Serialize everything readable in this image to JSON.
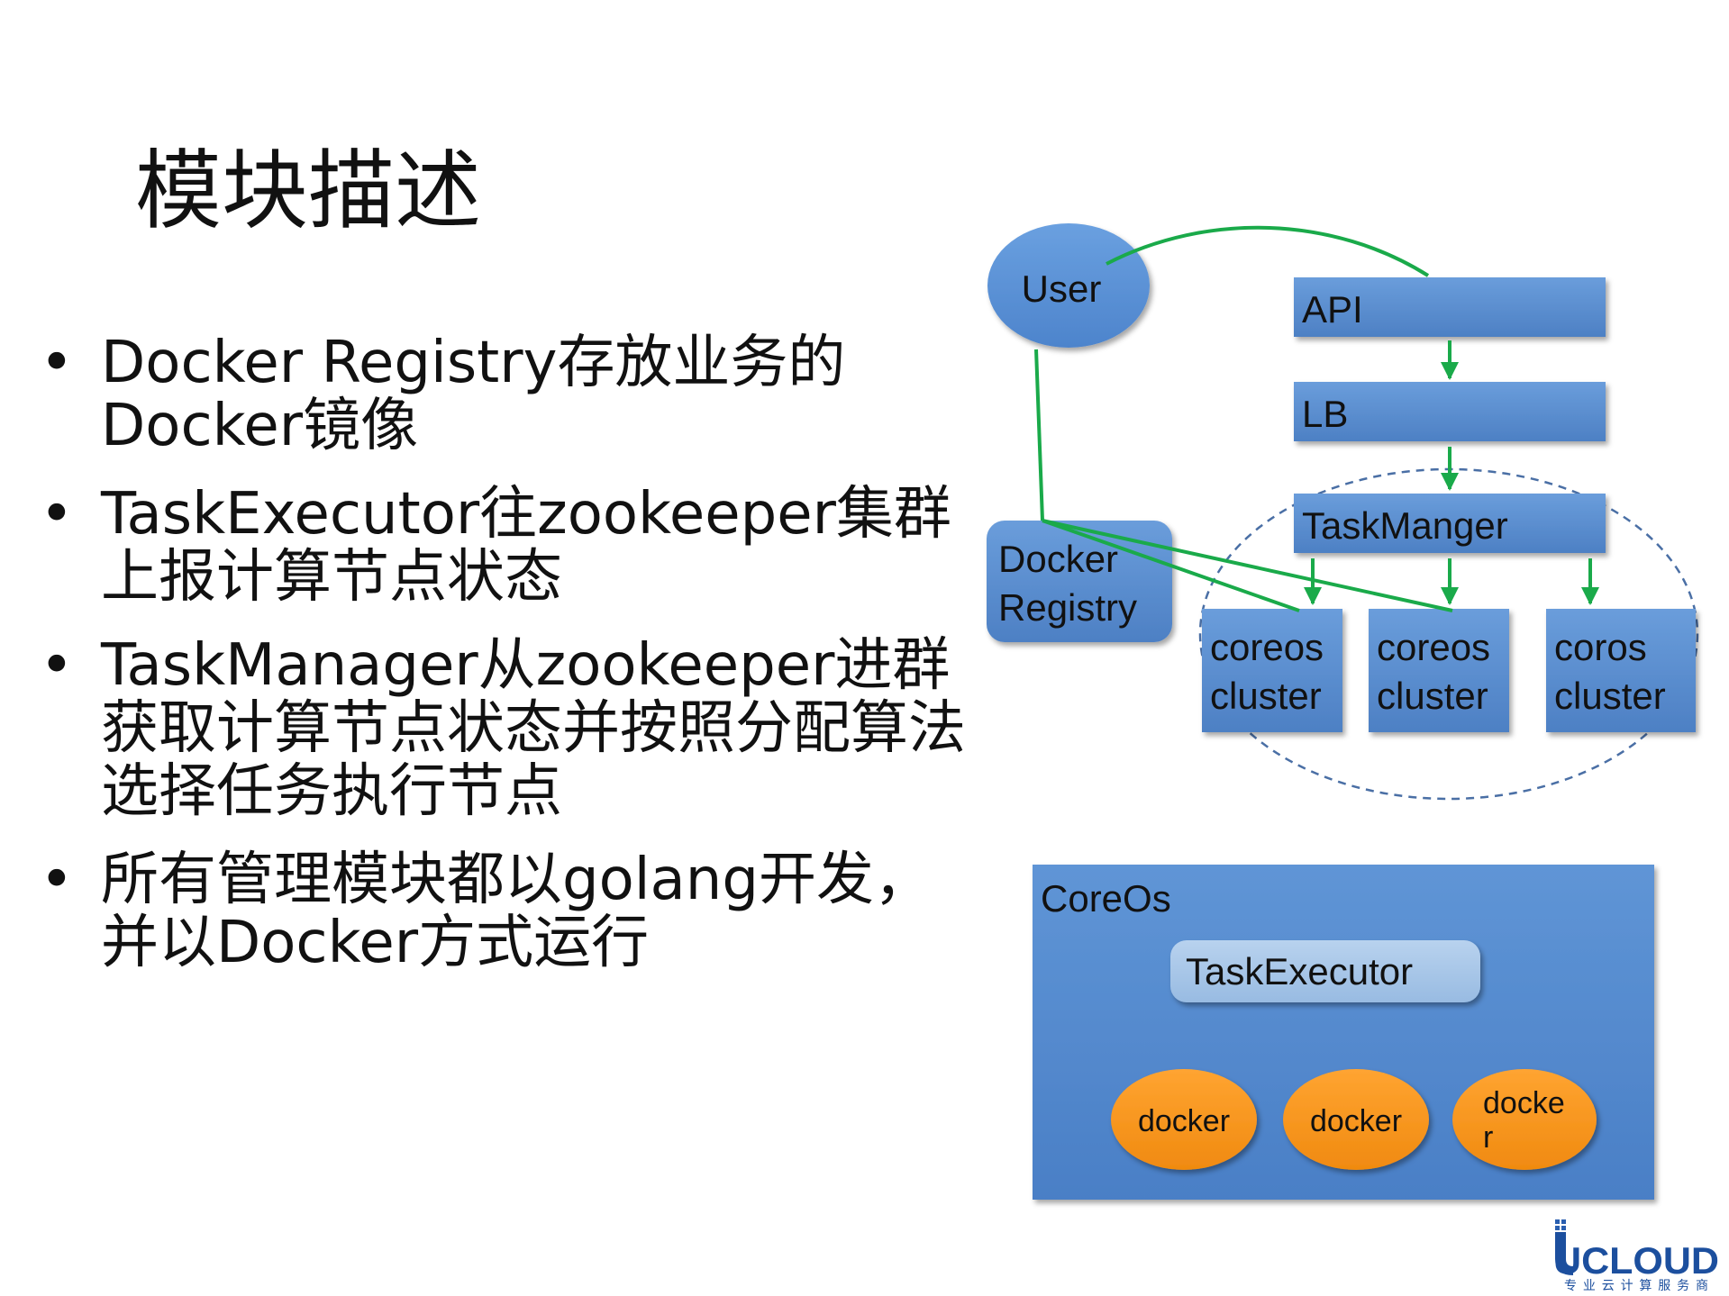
{
  "slide": {
    "title": "模块描述",
    "bullets": [
      {
        "lines": [
          "Docker Registry存放业务的",
          "Docker镜像"
        ]
      },
      {
        "lines": [
          "TaskExecutor往zookeeper集群",
          "上报计算节点状态"
        ]
      },
      {
        "lines": [
          "TaskManager从zookeeper进群",
          "获取计算节点状态并按照分配算法",
          "选择任务执行节点"
        ]
      },
      {
        "lines": [
          "所有管理模块都以golang开发，",
          "并以Docker方式运行"
        ]
      }
    ]
  },
  "diagram": {
    "user": "User",
    "api": "API",
    "lb": "LB",
    "task_manager": "TaskManger",
    "docker_registry": [
      "Docker",
      "Registry"
    ],
    "clusters": [
      {
        "lines": [
          "coreos",
          "cluster"
        ]
      },
      {
        "lines": [
          "coreos",
          "cluster"
        ]
      },
      {
        "lines": [
          "coros",
          "cluster"
        ]
      }
    ],
    "coreos_box": "CoreOs",
    "task_executor": "TaskExecutor",
    "dockers": [
      {
        "lines": [
          "docker"
        ]
      },
      {
        "lines": [
          "docker"
        ]
      },
      {
        "lines": [
          "docke",
          "r"
        ]
      }
    ]
  },
  "colors": {
    "box_blue": "#5b8fd0",
    "ellipse_blue": "#5b8fd8",
    "light_box": "#a7c6e8",
    "docker_orange": "#f7941d",
    "arrow_green": "#1aaa4a",
    "dashed_ellipse": "#4a6fa5"
  },
  "logo": {
    "brand": "UCLOUD",
    "tagline": "专业云计算服务商"
  }
}
